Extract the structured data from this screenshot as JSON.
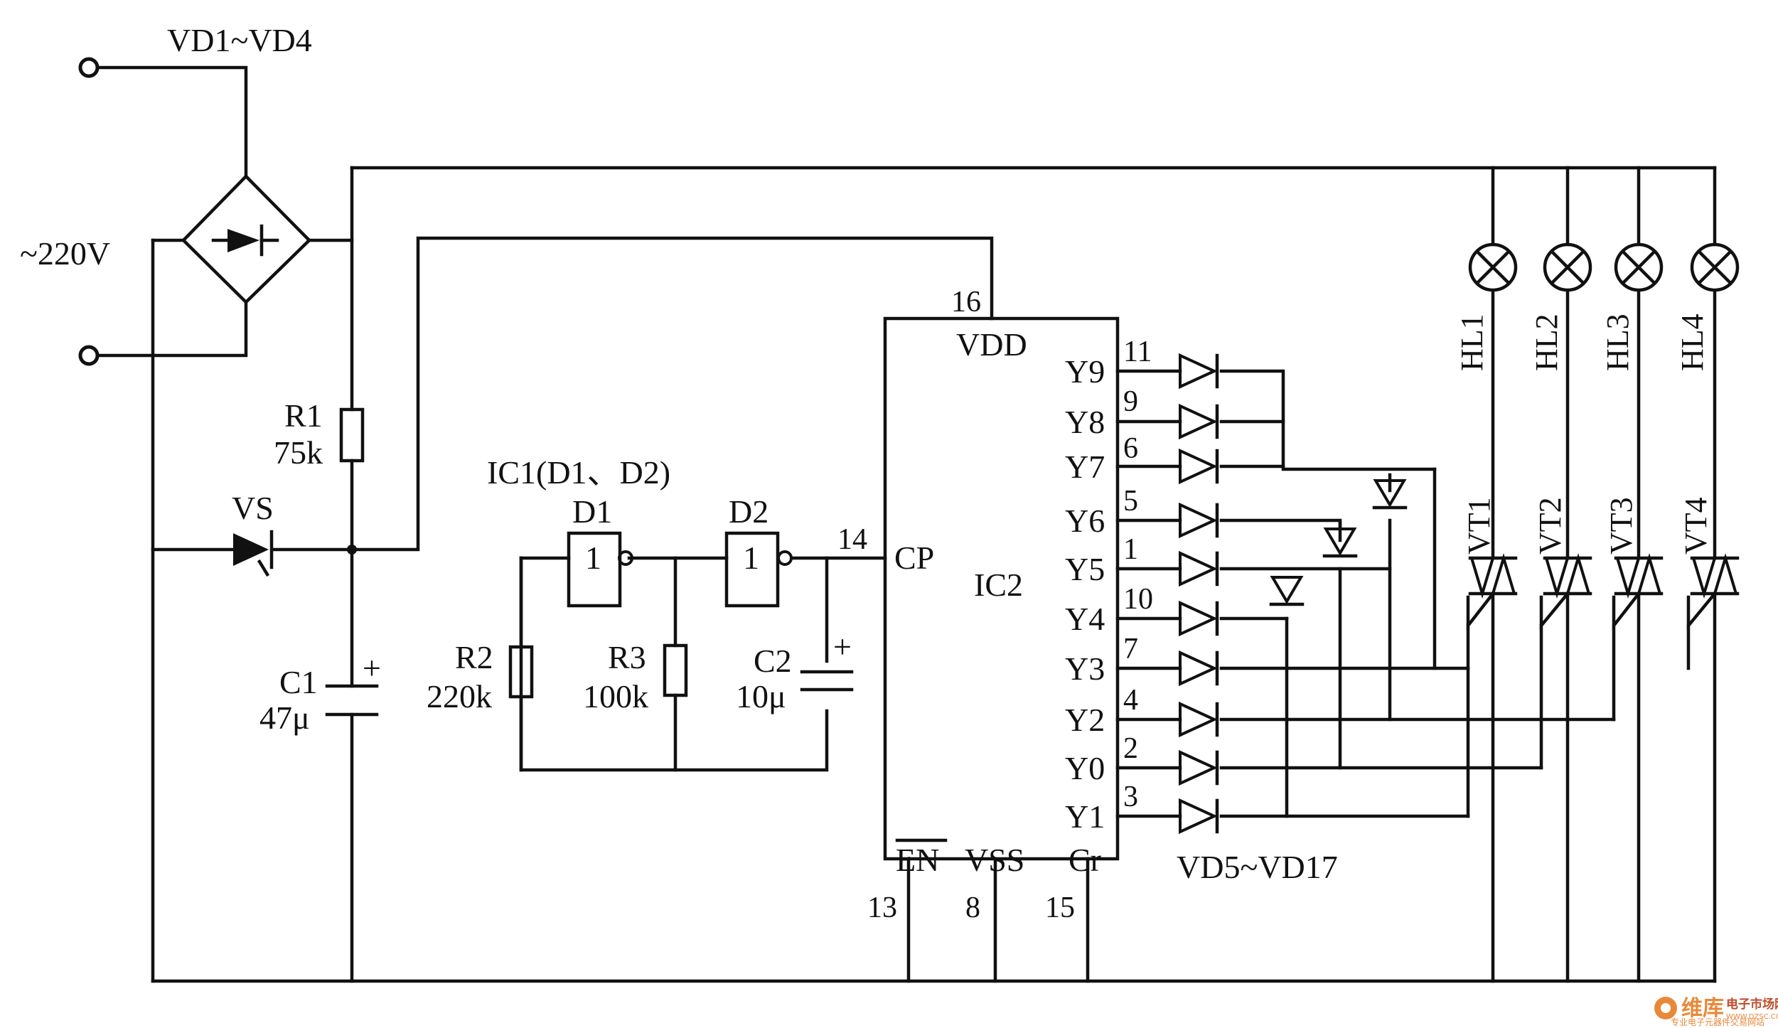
{
  "labels": {
    "bridge": "VD1~VD4",
    "supply": "~220V",
    "r1_name": "R1",
    "r1_value": "75k",
    "vs": "VS",
    "c1_name": "C1",
    "c1_value": "47μ",
    "ic1": "IC1(D1、D2)",
    "d1": "D1",
    "d2": "D2",
    "gate_symbol": "1",
    "r2_name": "R2",
    "r2_value": "220k",
    "r3_name": "R3",
    "r3_value": "100k",
    "c2_name": "C2",
    "c2_value": "10μ",
    "plus": "+",
    "ic2": "IC2",
    "vdd": "VDD",
    "cp": "CP",
    "en": "EN",
    "vss": "VSS",
    "cr": "Cr",
    "pin16": "16",
    "pin14": "14",
    "pin13": "13",
    "pin8": "8",
    "pin15": "15",
    "diodes": "VD5~VD17"
  },
  "outputs": [
    {
      "name": "Y9",
      "pin": "11"
    },
    {
      "name": "Y8",
      "pin": "9"
    },
    {
      "name": "Y7",
      "pin": "6"
    },
    {
      "name": "Y6",
      "pin": "5"
    },
    {
      "name": "Y5",
      "pin": "1"
    },
    {
      "name": "Y4",
      "pin": "10"
    },
    {
      "name": "Y3",
      "pin": "7"
    },
    {
      "name": "Y2",
      "pin": "4"
    },
    {
      "name": "Y0",
      "pin": "2"
    },
    {
      "name": "Y1",
      "pin": "3"
    }
  ],
  "lamps": [
    "HL1",
    "HL2",
    "HL3",
    "HL4"
  ],
  "triacs": [
    "VT1",
    "VT2",
    "VT3",
    "VT4"
  ],
  "watermark": {
    "brand": "维库",
    "site": "电子市场网",
    "tagline": "专业电子元器件交易网站",
    "url": "WWW.DZSC.COM"
  }
}
